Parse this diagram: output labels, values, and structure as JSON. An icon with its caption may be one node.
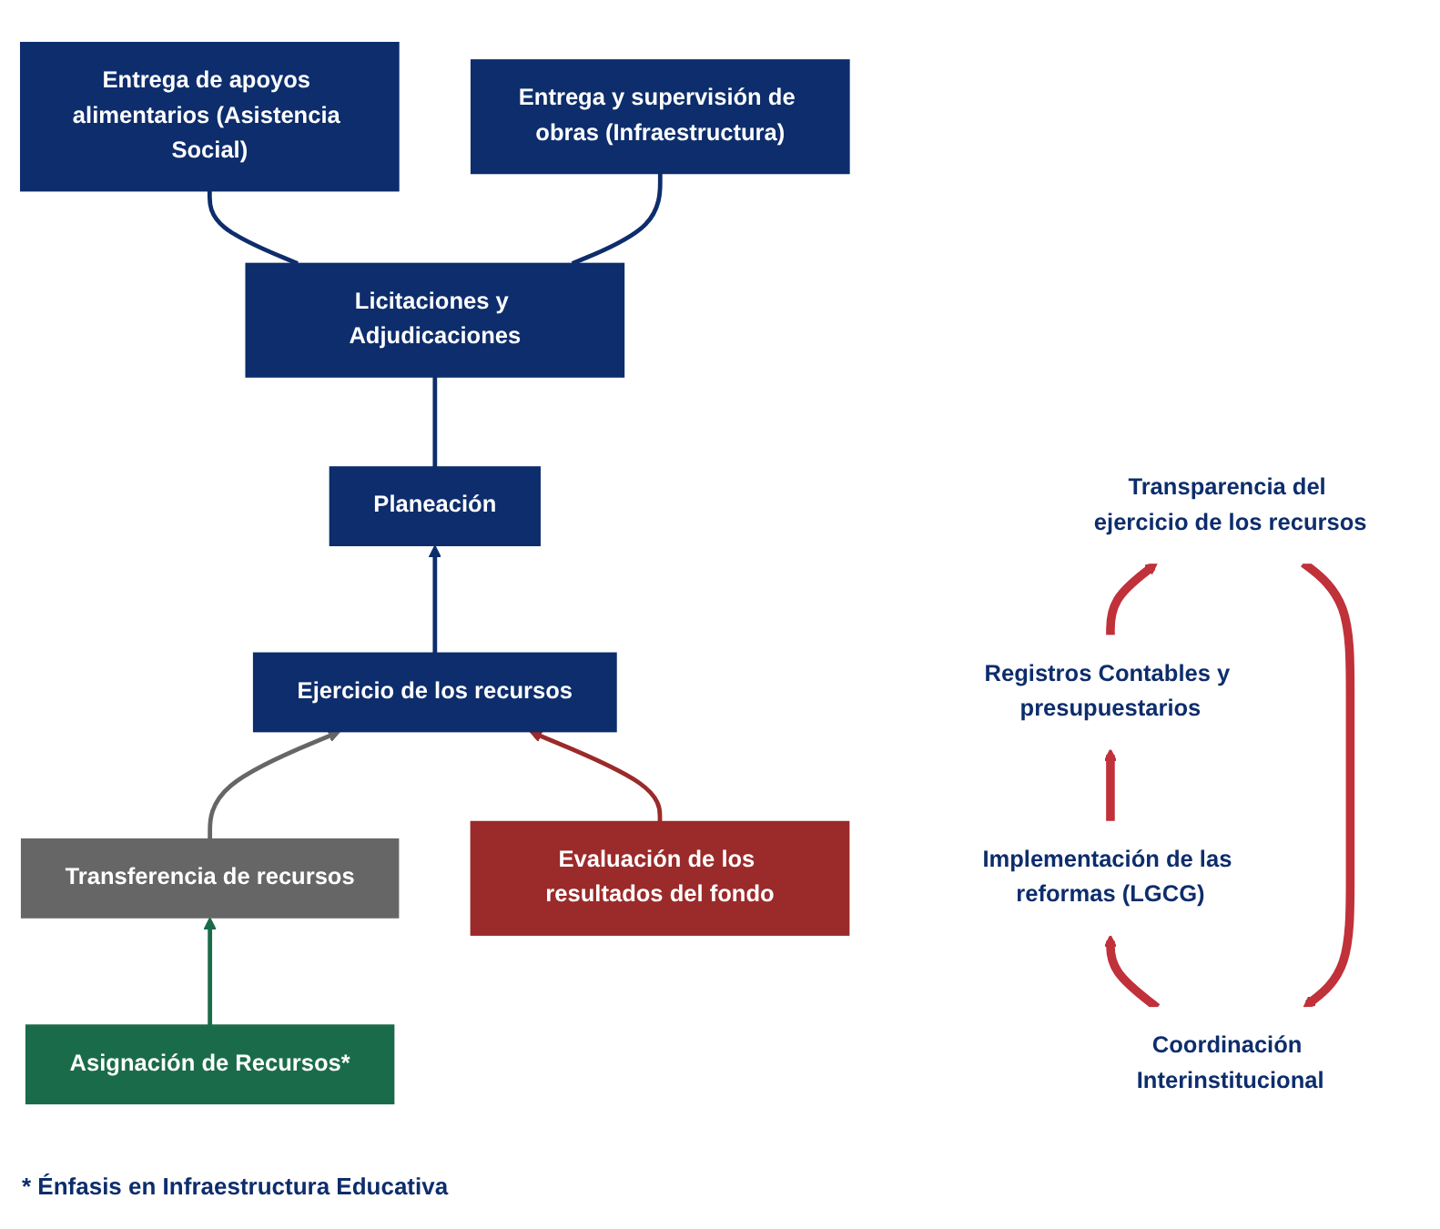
{
  "diagram": {
    "nodes": [
      {
        "text": [
          "Entrega de apoyos alimentarios (Asistencia Social)"
        ]
      },
      {
        "text": [
          "Entrega y supervisión de obras (Infraestructura)"
        ]
      },
      {
        "text": [
          "Licitaciones y Adjudicaciones"
        ]
      },
      {
        "text": [
          "Planeación"
        ]
      },
      {
        "text": [
          "Transferencia de recursos"
        ]
      },
      {
        "text": [
          "Ejercicio de los recursos"
        ]
      },
      {
        "text": [
          "Evaluación de los resultados del fondo"
        ]
      },
      {
        "text": [
          "Asignación de Recursos*"
        ]
      },
      {
        "text": [
          "Coordinación Interinstitucional"
        ]
      },
      {
        "text": [
          "Implementación de las reformas (LGCG)"
        ]
      },
      {
        "text": [
          "Registros Contables y presupuestarios"
        ]
      },
      {
        "text": [
          "Transparencia del ejercicio de los recursos"
        ]
      }
    ],
    "edges": [
      {
        "from": 7,
        "to": 4,
        "arrow": "to",
        "color": "#1a6b4a"
      },
      {
        "from": 4,
        "to": 5,
        "arrow": "to",
        "color": "#666666"
      },
      {
        "from": 6,
        "to": 5,
        "arrow": "to",
        "color": "#9b2a2a"
      },
      {
        "from": 5,
        "to": 3,
        "arrow": "to"
      },
      {
        "from": 3,
        "to": 2,
        "arrow": "none"
      },
      {
        "from": 2,
        "to": 0,
        "arrow": "none"
      },
      {
        "from": 2,
        "to": 1,
        "arrow": "none"
      },
      {
        "from": 8,
        "to": 9,
        "arrow": "to",
        "style": "thick",
        "color": "#c0313a"
      },
      {
        "from": 9,
        "to": 10,
        "arrow": "to",
        "style": "thick",
        "color": "#c0313a"
      },
      {
        "from": 10,
        "to": 11,
        "arrow": "to",
        "style": "thick",
        "color": "#c0313a"
      },
      {
        "from": 11,
        "to": 8,
        "arrow": "to",
        "style": "thick",
        "color": "#c0313a"
      }
    ],
    "labels": [
      "* Énfasis en Infraestructura Educativa"
    ]
  }
}
